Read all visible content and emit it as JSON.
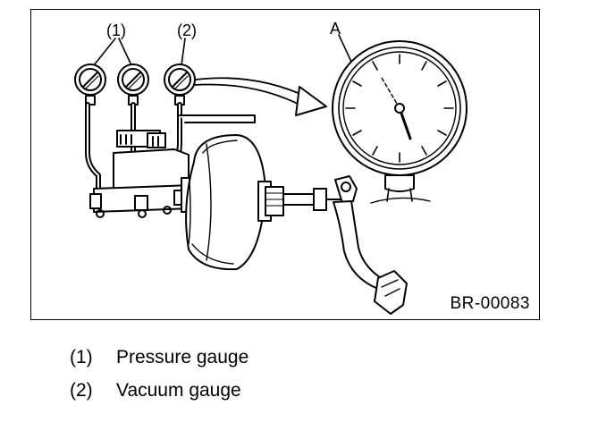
{
  "figure": {
    "code": "BR-00083",
    "callouts": {
      "one": "(1)",
      "two": "(2)",
      "a": "A"
    }
  },
  "legend": [
    {
      "num": "(1)",
      "text": "Pressure gauge"
    },
    {
      "num": "(2)",
      "text": "Vacuum gauge"
    }
  ]
}
